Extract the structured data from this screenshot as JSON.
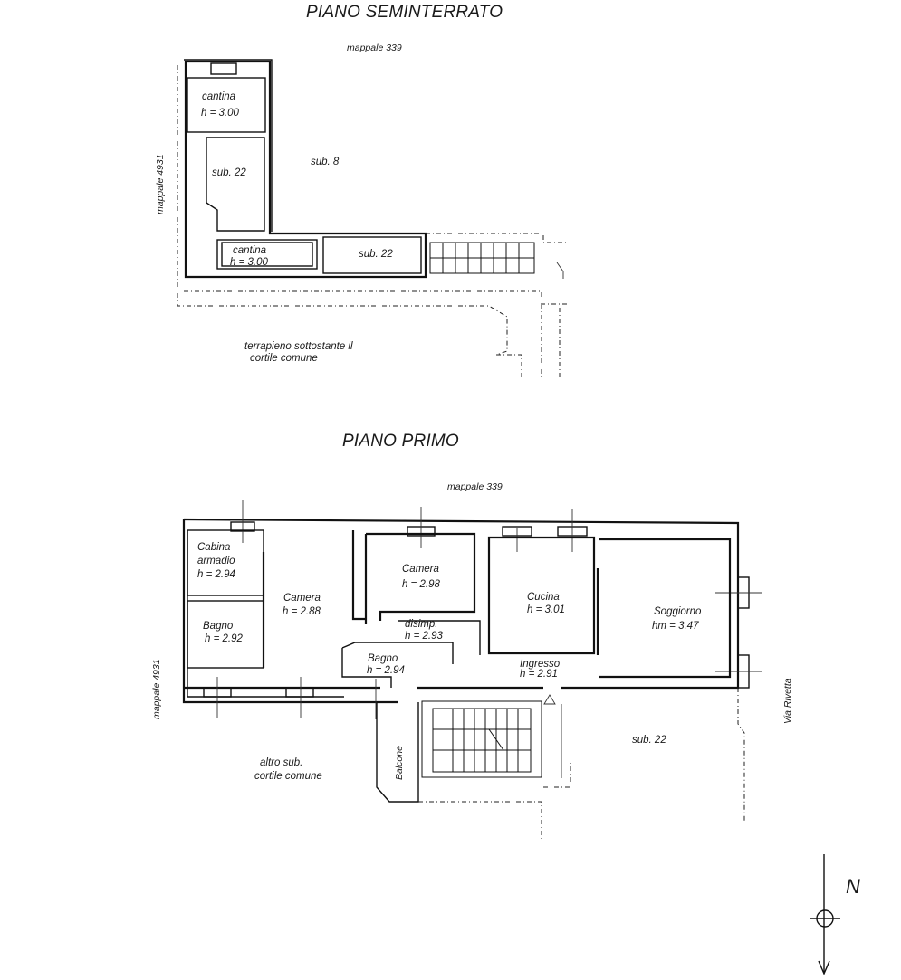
{
  "basement": {
    "title": "PIANO SEMINTERRATO",
    "mappale_top": "mappale 339",
    "mappale_left": "mappale 4931",
    "sub_8": "sub. 8",
    "sub_22_a": "sub. 22",
    "sub_22_b": "sub. 22",
    "cantina_1": {
      "name": "cantina",
      "height": "h = 3.00"
    },
    "cantina_2": {
      "name": "cantina",
      "height": "h = 3.00"
    },
    "terrapieno_1": "terrapieno sottostante il",
    "terrapieno_2": "cortile comune"
  },
  "first_floor": {
    "title": "PIANO PRIMO",
    "mappale_top": "mappale 339",
    "mappale_left": "mappale 4931",
    "via": "Via Rivetta",
    "sub_22": "sub. 22",
    "balcone": "Balcone",
    "altro_1": "altro sub.",
    "altro_2": "cortile comune",
    "cabina": {
      "name_1": "Cabina",
      "name_2": "armadio",
      "height": "h = 2.94"
    },
    "bagno_1": {
      "name": "Bagno",
      "height": "h = 2.92"
    },
    "camera_1": {
      "name": "Camera",
      "height": "h = 2.88"
    },
    "camera_2": {
      "name": "Camera",
      "height": "h = 2.98"
    },
    "disimp": {
      "name": "disimp.",
      "height": "h = 2.93"
    },
    "bagno_2": {
      "name": "Bagno",
      "height": "h = 2.94"
    },
    "cucina": {
      "name": "Cucina",
      "height": "h = 3.01"
    },
    "ingresso": {
      "name": "Ingresso",
      "height": "h = 2.91"
    },
    "soggiorno": {
      "name": "Soggiorno",
      "height": "hm = 3.47"
    }
  },
  "compass": {
    "north": "N"
  }
}
